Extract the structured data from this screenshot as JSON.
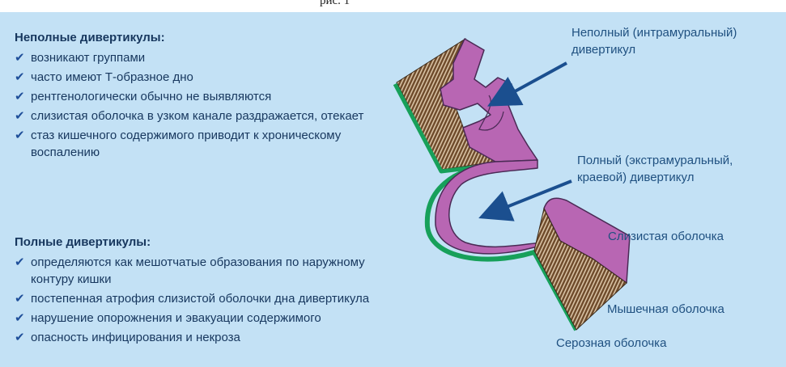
{
  "top_fragment": "рис. 1",
  "incomplete": {
    "title": "Неполные дивертикулы:",
    "items": [
      "возникают группами",
      "часто имеют Т-образное дно",
      "рентгенологически обычно не выявляются",
      "слизистая оболочка в узком канале раздражается, отекает",
      "стаз кишечного содержимого приводит к хроническому воспалению"
    ]
  },
  "complete": {
    "title": "Полные дивертикулы:",
    "items": [
      "определяются как мешотчатые образования по наружному контуру кишки",
      "постепенная атрофия слизистой оболочки дна дивертикула",
      "нарушение опорожнения и эвакуации содержимого",
      "опасность инфицирования и некроза"
    ]
  },
  "labels": {
    "incomplete_line1": "Неполный (интрамуральный)",
    "incomplete_line2": "дивертикул",
    "complete_line1": "Полный (экстрамуральный,",
    "complete_line2": "краевой) дивертикул",
    "mucosa": "Слизистая оболочка",
    "muscular": "Мышечная оболочка",
    "serosa": "Серозная оболочка"
  },
  "colors": {
    "background": "#c3e1f5",
    "text": "#17375e",
    "label": "#1f5080",
    "mucosa": "#b866b3",
    "muscle": "#6e4a2a",
    "serosa": "#17a05a",
    "arrow": "#1b4f8f"
  },
  "bullet_icon": "checkmark-icon"
}
